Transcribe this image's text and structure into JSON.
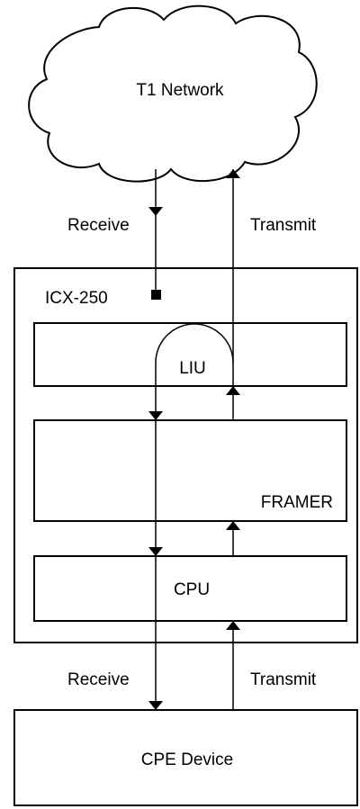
{
  "cloud": {
    "label": "T1 Network"
  },
  "upper": {
    "receive_label": "Receive",
    "transmit_label": "Transmit"
  },
  "device": {
    "name": "ICX-250"
  },
  "blocks": {
    "liu": "LIU",
    "framer": "FRAMER",
    "cpu": "CPU"
  },
  "lower": {
    "receive_label": "Receive",
    "transmit_label": "Transmit"
  },
  "cpe": {
    "label": "CPE Device"
  }
}
